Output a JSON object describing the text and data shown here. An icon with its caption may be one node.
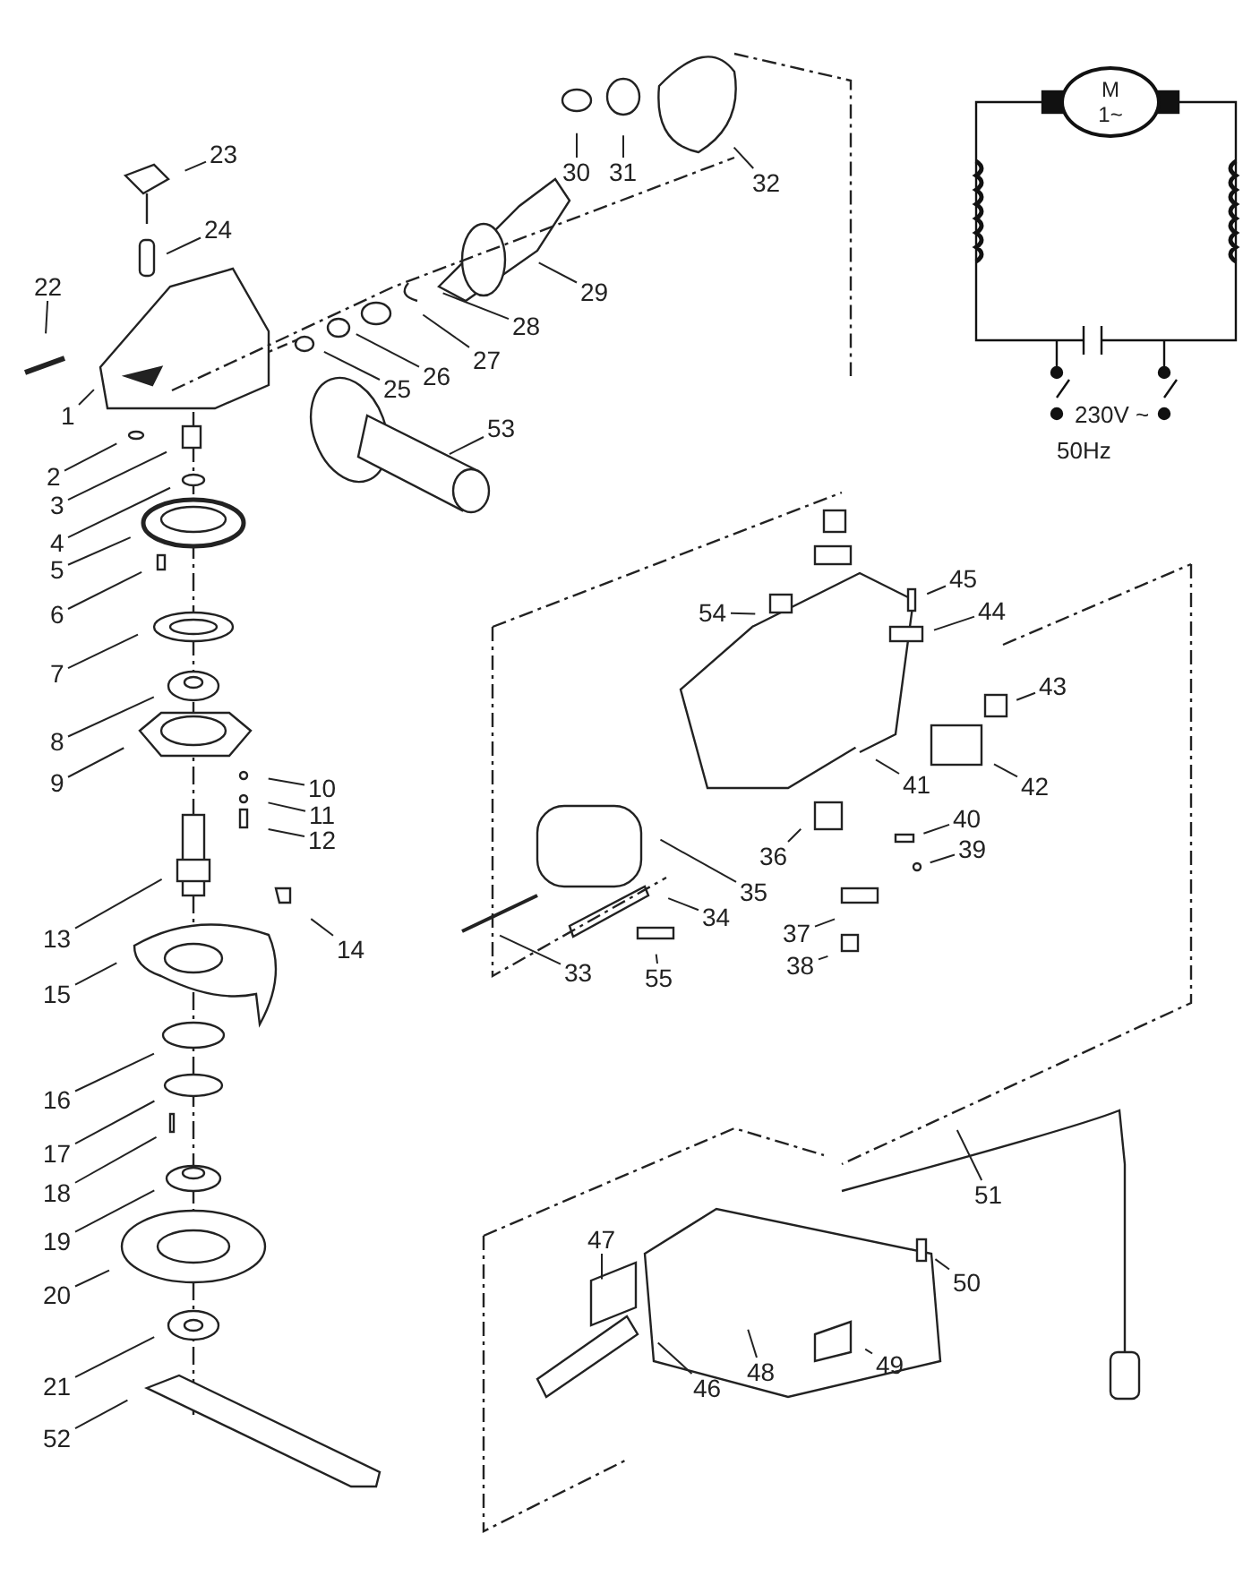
{
  "diagram": {
    "nodes": [
      {
        "text": [
          "1"
        ]
      },
      {
        "text": [
          "2"
        ]
      },
      {
        "text": [
          "3"
        ]
      },
      {
        "text": [
          "4"
        ]
      },
      {
        "text": [
          "5"
        ]
      },
      {
        "text": [
          "6"
        ]
      },
      {
        "text": [
          "7"
        ]
      },
      {
        "text": [
          "8"
        ]
      },
      {
        "text": [
          "9"
        ]
      },
      {
        "text": [
          "10"
        ]
      },
      {
        "text": [
          "11"
        ]
      },
      {
        "text": [
          "12"
        ]
      },
      {
        "text": [
          "13"
        ]
      },
      {
        "text": [
          "14"
        ]
      },
      {
        "text": [
          "15"
        ]
      },
      {
        "text": [
          "16"
        ]
      },
      {
        "text": [
          "17"
        ]
      },
      {
        "text": [
          "18"
        ]
      },
      {
        "text": [
          "19"
        ]
      },
      {
        "text": [
          "20"
        ]
      },
      {
        "text": [
          "21"
        ]
      },
      {
        "text": [
          "22"
        ]
      },
      {
        "text": [
          "23"
        ]
      },
      {
        "text": [
          "24"
        ]
      },
      {
        "text": [
          "25"
        ]
      },
      {
        "text": [
          "26"
        ]
      },
      {
        "text": [
          "27"
        ]
      },
      {
        "text": [
          "28"
        ]
      },
      {
        "text": [
          "29"
        ]
      },
      {
        "text": [
          "30"
        ]
      },
      {
        "text": [
          "31"
        ]
      },
      {
        "text": [
          "32"
        ]
      },
      {
        "text": [
          "33"
        ]
      },
      {
        "text": [
          "34"
        ]
      },
      {
        "text": [
          "35"
        ]
      },
      {
        "text": [
          "36"
        ]
      },
      {
        "text": [
          "37"
        ]
      },
      {
        "text": [
          "38"
        ]
      },
      {
        "text": [
          "39"
        ]
      },
      {
        "text": [
          "40"
        ]
      },
      {
        "text": [
          "41"
        ]
      },
      {
        "text": [
          "42"
        ]
      },
      {
        "text": [
          "43"
        ]
      },
      {
        "text": [
          "44"
        ]
      },
      {
        "text": [
          "45"
        ]
      },
      {
        "text": [
          "46"
        ]
      },
      {
        "text": [
          "47"
        ]
      },
      {
        "text": [
          "48"
        ]
      },
      {
        "text": [
          "49"
        ]
      },
      {
        "text": [
          "50"
        ]
      },
      {
        "text": [
          "51"
        ]
      },
      {
        "text": [
          "52"
        ]
      },
      {
        "text": [
          "53"
        ]
      },
      {
        "text": [
          "54"
        ]
      },
      {
        "text": [
          "55"
        ]
      },
      {
        "text": [
          "M 1~"
        ]
      }
    ],
    "edges": [
      {
        "from": 0,
        "to": null,
        "arrow": "none"
      },
      {
        "from": 1,
        "to": null,
        "arrow": "none"
      },
      {
        "from": 2,
        "to": null,
        "arrow": "none"
      },
      {
        "from": 3,
        "to": null,
        "arrow": "none"
      },
      {
        "from": 4,
        "to": null,
        "arrow": "none"
      },
      {
        "from": 5,
        "to": null,
        "arrow": "none"
      },
      {
        "from": 6,
        "to": null,
        "arrow": "none"
      },
      {
        "from": 7,
        "to": null,
        "arrow": "none"
      },
      {
        "from": 8,
        "to": null,
        "arrow": "none"
      },
      {
        "from": 9,
        "to": null,
        "arrow": "none"
      },
      {
        "from": 10,
        "to": null,
        "arrow": "none"
      },
      {
        "from": 11,
        "to": null,
        "arrow": "none"
      },
      {
        "from": 12,
        "to": null,
        "arrow": "none"
      },
      {
        "from": 13,
        "to": null,
        "arrow": "none"
      },
      {
        "from": 14,
        "to": null,
        "arrow": "none"
      },
      {
        "from": 15,
        "to": null,
        "arrow": "none"
      },
      {
        "from": 16,
        "to": null,
        "arrow": "none"
      },
      {
        "from": 17,
        "to": null,
        "arrow": "none"
      },
      {
        "from": 18,
        "to": null,
        "arrow": "none"
      },
      {
        "from": 19,
        "to": null,
        "arrow": "none"
      },
      {
        "from": 20,
        "to": null,
        "arrow": "none"
      },
      {
        "from": 21,
        "to": null,
        "arrow": "none"
      },
      {
        "from": 22,
        "to": null,
        "arrow": "none"
      },
      {
        "from": 23,
        "to": null,
        "arrow": "none"
      },
      {
        "from": 24,
        "to": null,
        "arrow": "none"
      },
      {
        "from": 25,
        "to": null,
        "arrow": "none"
      },
      {
        "from": 26,
        "to": null,
        "arrow": "none"
      },
      {
        "from": 27,
        "to": null,
        "arrow": "none"
      },
      {
        "from": 28,
        "to": null,
        "arrow": "none"
      },
      {
        "from": 29,
        "to": null,
        "arrow": "none"
      },
      {
        "from": 30,
        "to": null,
        "arrow": "none"
      },
      {
        "from": 31,
        "to": null,
        "arrow": "none"
      },
      {
        "from": 32,
        "to": null,
        "arrow": "none"
      },
      {
        "from": 33,
        "to": null,
        "arrow": "none"
      },
      {
        "from": 34,
        "to": null,
        "arrow": "none"
      },
      {
        "from": 35,
        "to": null,
        "arrow": "none"
      },
      {
        "from": 36,
        "to": null,
        "arrow": "none"
      },
      {
        "from": 37,
        "to": null,
        "arrow": "none"
      },
      {
        "from": 38,
        "to": null,
        "arrow": "none"
      },
      {
        "from": 39,
        "to": null,
        "arrow": "none"
      },
      {
        "from": 40,
        "to": null,
        "arrow": "none"
      },
      {
        "from": 41,
        "to": null,
        "arrow": "none"
      },
      {
        "from": 42,
        "to": null,
        "arrow": "none"
      },
      {
        "from": 43,
        "to": null,
        "arrow": "none"
      },
      {
        "from": 44,
        "to": null,
        "arrow": "none"
      },
      {
        "from": 45,
        "to": null,
        "arrow": "none"
      },
      {
        "from": 46,
        "to": null,
        "arrow": "none"
      },
      {
        "from": 47,
        "to": null,
        "arrow": "none"
      },
      {
        "from": 48,
        "to": null,
        "arrow": "none"
      },
      {
        "from": 49,
        "to": null,
        "arrow": "none"
      },
      {
        "from": 50,
        "to": null,
        "arrow": "none"
      },
      {
        "from": 51,
        "to": null,
        "arrow": "none"
      },
      {
        "from": 52,
        "to": null,
        "arrow": "none"
      },
      {
        "from": 53,
        "to": null,
        "arrow": "none"
      },
      {
        "from": 54,
        "to": null,
        "arrow": "none"
      }
    ],
    "labels": [
      "230V ~",
      "50Hz"
    ]
  }
}
